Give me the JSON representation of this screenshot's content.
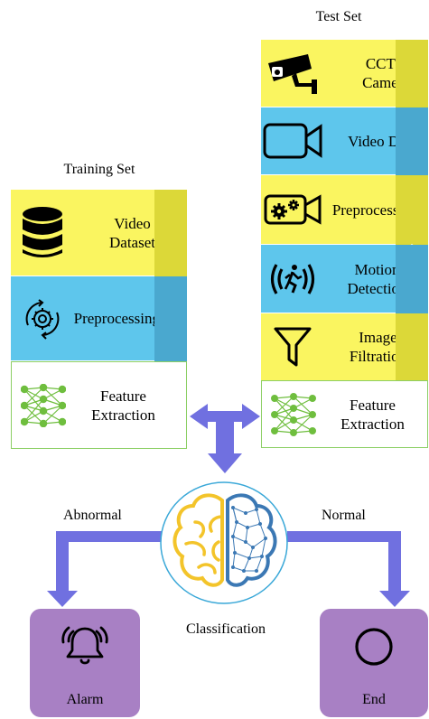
{
  "training": {
    "title": "Training Set",
    "blocks": [
      {
        "label": "Video Dataset",
        "icon": "database-icon",
        "color": "#faf560"
      },
      {
        "label": "Preprocessing",
        "icon": "gear-cycle-icon",
        "color": "#5ec6ec"
      },
      {
        "label": "Feature Extraction",
        "icon": "neural-network-icon",
        "color": "#ffffff"
      }
    ]
  },
  "test": {
    "title": "Test Set",
    "blocks": [
      {
        "label": "CCTV Camera",
        "icon": "cctv-camera-icon",
        "color": "#faf560"
      },
      {
        "label": "Video Data",
        "icon": "video-camera-icon",
        "color": "#5ec6ec"
      },
      {
        "label": "Preprocessing",
        "icon": "gears-camera-icon",
        "color": "#faf560"
      },
      {
        "label": "Motion Detection",
        "icon": "motion-sensor-icon",
        "color": "#5ec6ec"
      },
      {
        "label": "Image Filtration",
        "icon": "filter-icon",
        "color": "#faf560"
      },
      {
        "label": "Feature Extraction",
        "icon": "neural-network-icon",
        "color": "#ffffff"
      }
    ]
  },
  "classification": {
    "label": "Classification",
    "icon": "brain-icon"
  },
  "branches": {
    "abnormal": "Abnormal",
    "normal": "Normal"
  },
  "outcomes": {
    "alarm": "Alarm",
    "end": "End"
  },
  "colors": {
    "arrow": "#7070e0",
    "card": "#a880c4",
    "yellow": "#faf560",
    "blue": "#5ec6ec",
    "flag_yellow": "#dcd838",
    "flag_blue": "#4aa8cf"
  }
}
